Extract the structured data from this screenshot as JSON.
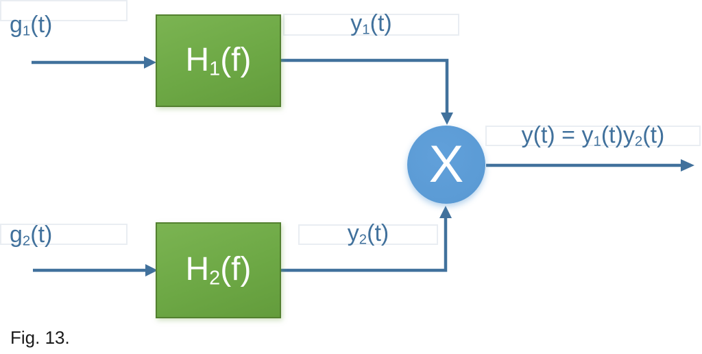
{
  "figure": {
    "caption": "Fig. 13.",
    "colors": {
      "block_fill": "#6FA945",
      "block_border": "#53802F",
      "block_text": "#FFFFFF",
      "multiplier_fill": "#5B9BD5",
      "multiplier_text": "#FFFFFF",
      "connector": "#41719C",
      "label_text": "#41719C",
      "placeholder_border": "#E9EDF2",
      "background": "#FFFFFF"
    },
    "labels": {
      "input1": {
        "text": "g₁(t)",
        "segments": [
          {
            "text": "g"
          },
          {
            "text": "1",
            "sub": true
          },
          {
            "text": "(t)"
          }
        ]
      },
      "input2": {
        "text": "g₂(t)",
        "segments": [
          {
            "text": "g"
          },
          {
            "text": "2",
            "sub": true
          },
          {
            "text": "(t)"
          }
        ]
      },
      "filter1": {
        "text": "H₁(f)",
        "segments": [
          {
            "text": "H"
          },
          {
            "text": "1",
            "sub": true
          },
          {
            "text": "(f)"
          }
        ]
      },
      "filter2": {
        "text": "H₂(f)",
        "segments": [
          {
            "text": "H"
          },
          {
            "text": "2",
            "sub": true
          },
          {
            "text": "(f)"
          }
        ]
      },
      "output1": {
        "text": "y₁(t)",
        "segments": [
          {
            "text": "y"
          },
          {
            "text": "1",
            "sub": true
          },
          {
            "text": "(t)"
          }
        ]
      },
      "output2": {
        "text": "y₂(t)",
        "segments": [
          {
            "text": "y"
          },
          {
            "text": "2",
            "sub": true
          },
          {
            "text": "(t)"
          }
        ]
      },
      "multiplier": {
        "text": "X",
        "segments": [
          {
            "text": "X"
          }
        ]
      },
      "result": {
        "text": "y(t) = y₁(t)y₂(t)",
        "segments": [
          {
            "text": "y(t) = y"
          },
          {
            "text": "1",
            "sub": true
          },
          {
            "text": "(t)y"
          },
          {
            "text": "2",
            "sub": true
          },
          {
            "text": "(t)"
          }
        ]
      }
    }
  }
}
